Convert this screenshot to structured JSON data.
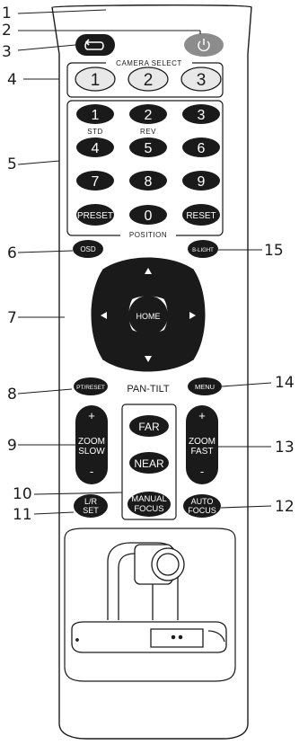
{
  "callouts": [
    "1",
    "2",
    "3",
    "4",
    "5",
    "6",
    "7",
    "8",
    "9",
    "10",
    "11",
    "12",
    "13",
    "14",
    "15"
  ],
  "labels": {
    "camera_select": "CAMERA SELECT",
    "position": "POSITION",
    "pan_tilt": "PAN-TILT",
    "std": "STD",
    "rev": "REV"
  },
  "camera_buttons": [
    "1",
    "2",
    "3"
  ],
  "keypad": [
    "1",
    "2",
    "3",
    "4",
    "5",
    "6",
    "7",
    "8",
    "9",
    "PRESET",
    "0",
    "RESET"
  ],
  "buttons": {
    "osd": "OSD",
    "b_light": "B-LIGHT",
    "home": "HOME",
    "pt_reset": "PT/RESET",
    "menu": "MENU",
    "zoom_slow": [
      "+",
      "ZOOM",
      "SLOW",
      "-"
    ],
    "zoom_fast": [
      "+",
      "ZOOM",
      "FAST",
      "-"
    ],
    "far": "FAR",
    "near": "NEAR",
    "manual_focus": [
      "MANUAL",
      "FOCUS"
    ],
    "auto_focus": [
      "AUTO",
      "FOCUS"
    ],
    "lr_set": [
      "L/R",
      "SET"
    ]
  },
  "icons": {
    "cycle_button": "cycle-arrows-icon",
    "power_button": "power-icon",
    "arrows": [
      "arrow-up-icon",
      "arrow-down-icon",
      "arrow-left-icon",
      "arrow-right-icon"
    ]
  },
  "colors": {
    "outline": "#1c1c1c",
    "button_fill": "#1a1a1a",
    "power_fill": "#8c8c8c",
    "camera_fill": "#e8e8e8"
  }
}
